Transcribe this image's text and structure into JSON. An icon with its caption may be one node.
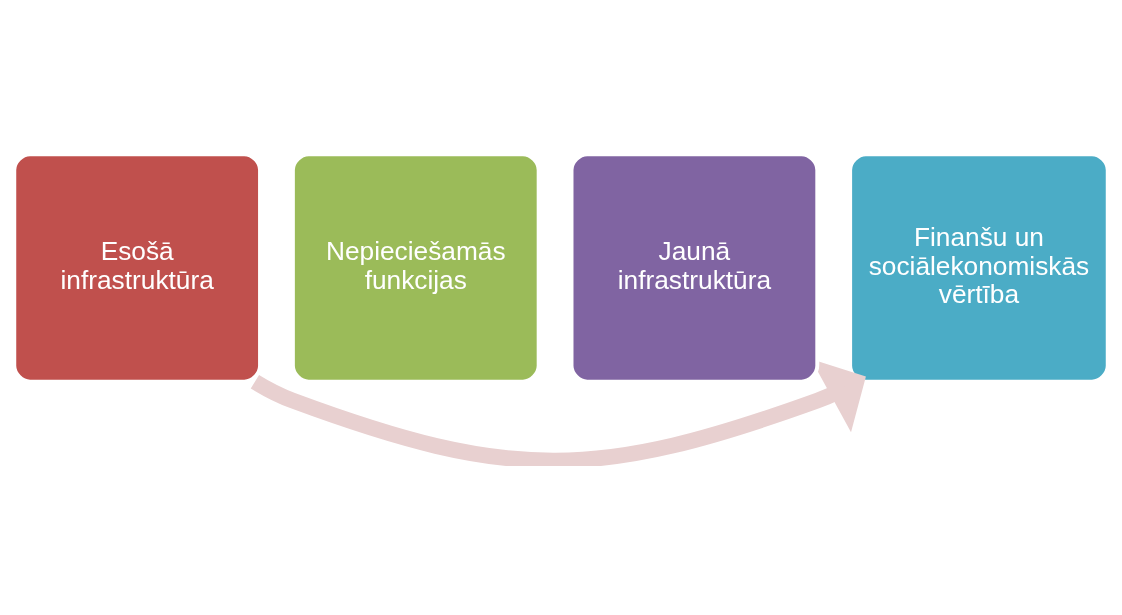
{
  "diagram": {
    "nodes": [
      {
        "text": [
          "Esošā infrastruktūra"
        ]
      },
      {
        "text": [
          "Nepieciešamās funkcijas"
        ]
      },
      {
        "text": [
          "Jaunā infrastruktūra"
        ]
      },
      {
        "text": [
          "Finanšu un sociālekonomiskās vērtība"
        ]
      }
    ],
    "edges": [
      {
        "from": 0,
        "to": 3,
        "arrow": "to",
        "color": "#e8d0d0"
      }
    ]
  }
}
